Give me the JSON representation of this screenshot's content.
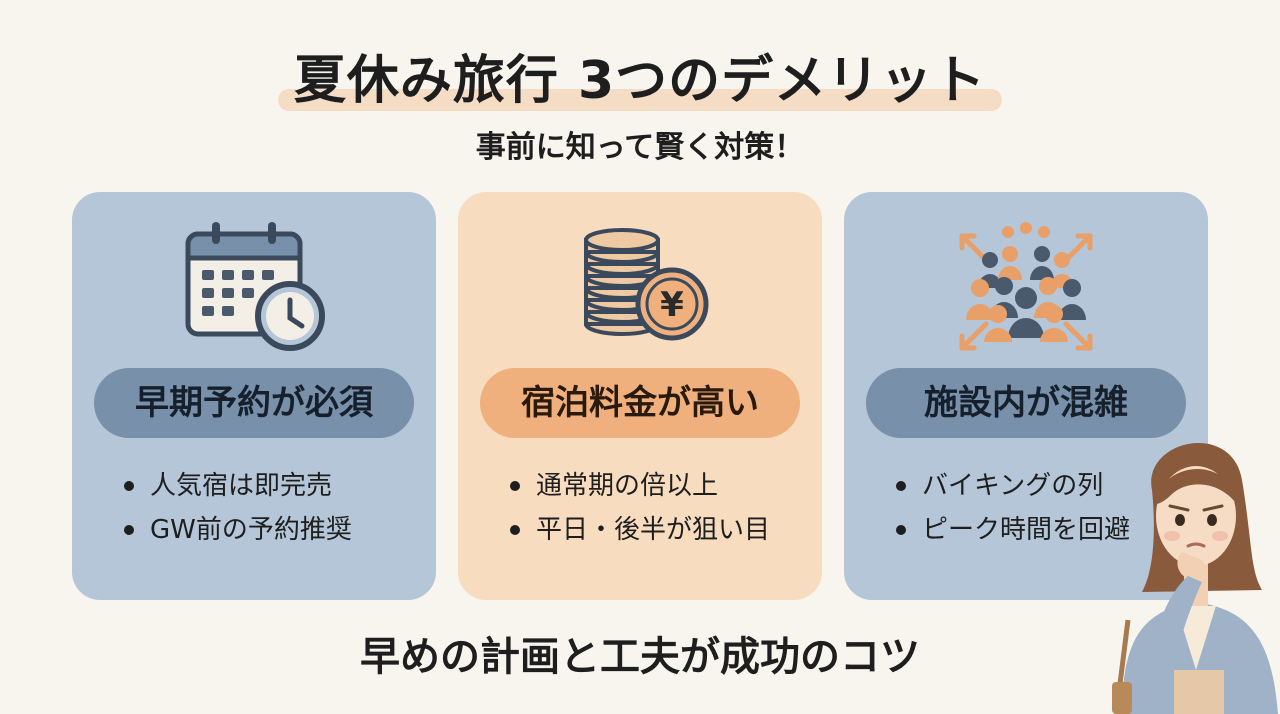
{
  "title": "夏休み旅行 3つのデメリット",
  "subtitle": "事前に知って賢く対策！",
  "cards": [
    {
      "icon": "calendar-clock-icon",
      "heading": "早期予約が必須",
      "bullets": [
        "人気宿は即完売",
        "GW前の予約推奨"
      ]
    },
    {
      "icon": "yen-coins-icon",
      "heading": "宿泊料金が高い",
      "bullets": [
        "通常期の倍以上",
        "平日・後半が狙い目"
      ]
    },
    {
      "icon": "crowd-icon",
      "heading": "施設内が混雑",
      "bullets": [
        "バイキングの列",
        "ピーク時間を回避"
      ]
    }
  ],
  "footer": "早めの計画と工夫が成功のコツ",
  "colors": {
    "background": "#f8f5ee",
    "card_blue": "#b4c6d8",
    "card_orange": "#f8dcc0",
    "pill_blue": "#7890aa",
    "pill_orange": "#f0b07e",
    "title_highlight": "#f5dcc4"
  }
}
